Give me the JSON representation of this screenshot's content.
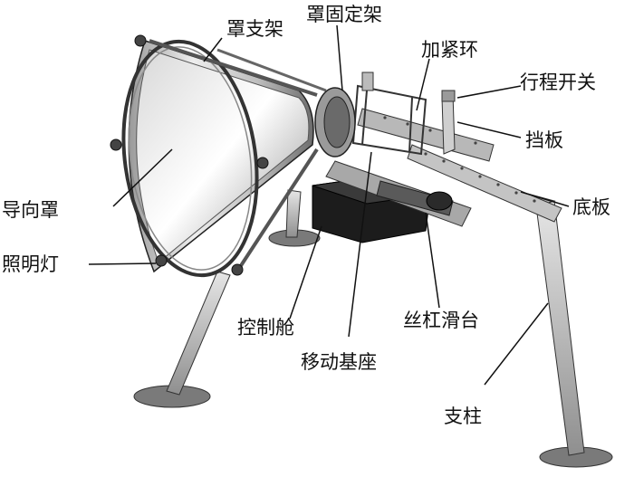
{
  "labels": {
    "hood_bracket": "罩支架",
    "hood_mount": "罩固定架",
    "clamp_ring": "加紧环",
    "travel_switch": "行程开关",
    "baffle": "挡板",
    "guide_hood": "导向罩",
    "base_plate": "底板",
    "light": "照明灯",
    "control_cabin": "控制舱",
    "screw_slide": "丝杠滑台",
    "moving_base": "移动基座",
    "pillar": "支柱"
  }
}
